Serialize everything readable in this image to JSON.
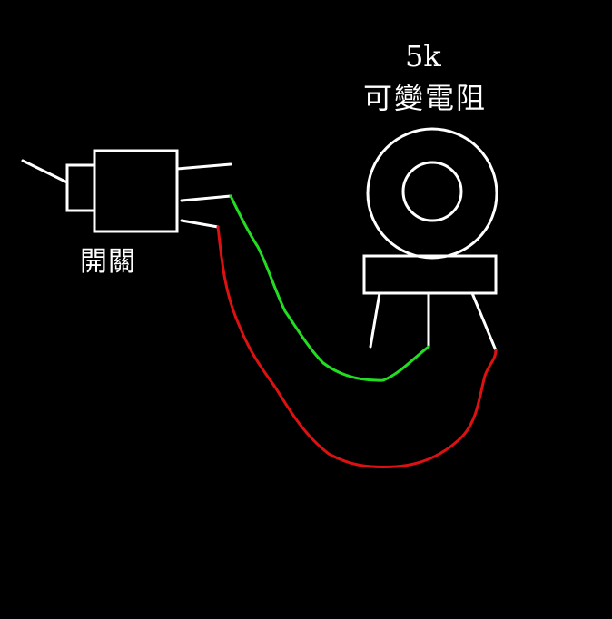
{
  "potentiometer": {
    "value_label": "5k",
    "name_label": "可變電阻"
  },
  "switch": {
    "label": "開關"
  },
  "colors": {
    "background": "#000000",
    "outline": "#ffffff",
    "wire_green": "#22dd22",
    "wire_red": "#dd1111"
  }
}
